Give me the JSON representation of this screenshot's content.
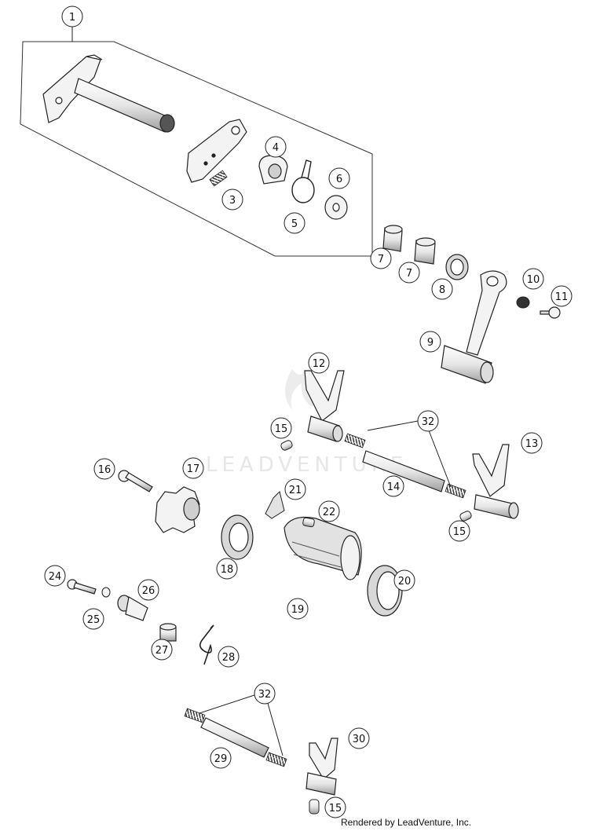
{
  "watermark_text": "LEADVENTURE",
  "credit_text": "Rendered by LeadVenture, Inc.",
  "callouts": [
    "1",
    "3",
    "4",
    "5",
    "6",
    "7",
    "7",
    "8",
    "9",
    "10",
    "11",
    "12",
    "13",
    "14",
    "15",
    "15",
    "15",
    "16",
    "17",
    "18",
    "19",
    "20",
    "21",
    "22",
    "24",
    "25",
    "26",
    "27",
    "28",
    "29",
    "30",
    "32",
    "32"
  ],
  "colors": {
    "line": "#222222",
    "part_fill": "#f3f3f3",
    "part_shade": "#bdbdbd",
    "watermark": "#e6e6e6"
  }
}
